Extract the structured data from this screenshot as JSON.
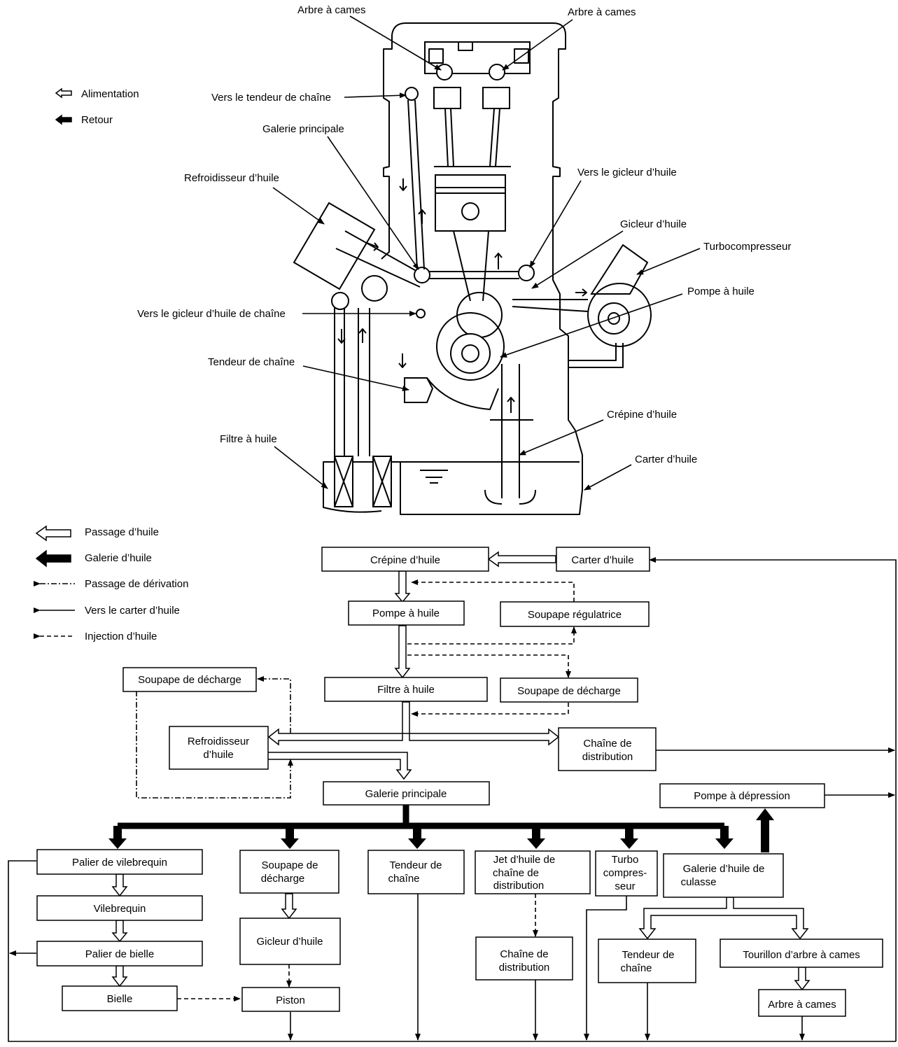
{
  "engine_labels": {
    "arbre_a_cames_1": "Arbre à cames",
    "arbre_a_cames_2": "Arbre à cames",
    "vers_tendeur": "Vers le tendeur de chaîne",
    "galerie_principale": "Galerie principale",
    "refroidisseur": "Refroidisseur d’huile",
    "vers_gicleur": "Vers le gicleur d’huile",
    "gicleur": "Gicleur d’huile",
    "turbo": "Turbocompresseur",
    "pompe": "Pompe à huile",
    "vers_gicleur_chaine": "Vers le gicleur d’huile de chaîne",
    "tendeur": "Tendeur de chaîne",
    "crepine": "Crépine d’huile",
    "filtre": "Filtre à huile",
    "carter": "Carter d’huile"
  },
  "legend_top": {
    "alimentation": "Alimentation",
    "retour": "Retour"
  },
  "legend_bottom": {
    "passage": "Passage d’huile",
    "galerie": "Galerie d’huile",
    "derivation": "Passage de dérivation",
    "vers_carter": "Vers le carter d’huile",
    "injection": "Injection d’huile"
  },
  "flow_boxes": {
    "crepine": "Crépine d’huile",
    "carter": "Carter d’huile",
    "pompe": "Pompe à huile",
    "soupape_regulatrice": "Soupape régulatrice",
    "soupape_decharge_left": "Soupape de décharge",
    "filtre": "Filtre à huile",
    "soupape_decharge_right": "Soupape de décharge",
    "refroidisseur": [
      "Refroidisseur",
      "d’huile"
    ],
    "chaine_distribution": [
      "Chaîne de",
      "distribution"
    ],
    "galerie_principale": "Galerie principale",
    "pompe_depression": "Pompe à dépression",
    "palier_vilebrequin": "Palier de vilebrequin",
    "soupape_decharge_mid": [
      "Soupape de",
      "décharge"
    ],
    "tendeur_1": [
      "Tendeur de",
      "chaîne"
    ],
    "jet_huile": [
      "Jet d’huile de",
      "chaîne de",
      "distribution"
    ],
    "turbo": [
      "Turbo",
      "compres-",
      "seur"
    ],
    "galerie_culasse": [
      "Galerie d’huile de",
      "culasse"
    ],
    "vilebrequin": "Vilebrequin",
    "gicleur": "Gicleur d’huile",
    "palier_bielle": "Palier de bielle",
    "bielle": "Bielle",
    "piston": "Piston",
    "chaine_distribution_2": [
      "Chaîne de",
      "distribution"
    ],
    "tendeur_2": [
      "Tendeur de",
      "chaîne"
    ],
    "tourillon": "Tourillon d’arbre à cames",
    "arbre_cames": "Arbre à cames"
  }
}
